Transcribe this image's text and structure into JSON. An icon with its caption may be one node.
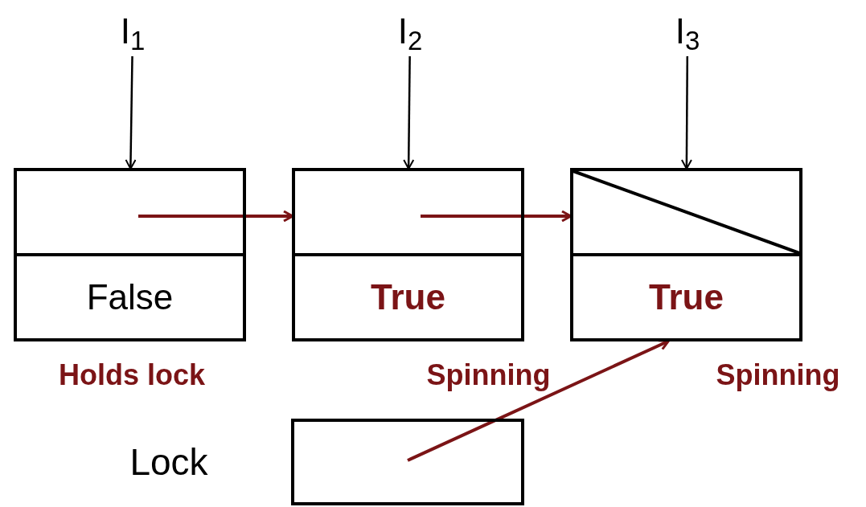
{
  "diagram": {
    "nodes": [
      {
        "text": [
          "I$_{1}$"
        ]
      },
      {
        "text": [
          "I$_{2}$"
        ]
      },
      {
        "text": [
          "I$_{3}$"
        ]
      },
      {
        "text": [],
        "shape": "box"
      },
      {
        "text": [
          "False"
        ],
        "beside": [
          "Holds lock"
        ]
      },
      {
        "text": [],
        "shape": "box"
      },
      {
        "text": [
          "True"
        ],
        "beside": [
          "Spinning"
        ]
      },
      {
        "text": [],
        "shape": "box"
      },
      {
        "text": [
          "True"
        ],
        "beside": [
          "Spinning"
        ]
      },
      {
        "text": [],
        "shape": "box",
        "beside": [
          "Lock"
        ]
      }
    ],
    "edges": [
      {
        "from": 0,
        "to": 3,
        "arrow": "to"
      },
      {
        "from": 1,
        "to": 5,
        "arrow": "to"
      },
      {
        "from": 2,
        "to": 7,
        "arrow": "to"
      },
      {
        "from": 3,
        "to": 5,
        "arrow": "to",
        "color": "#7b1416"
      },
      {
        "from": 5,
        "to": 7,
        "arrow": "to",
        "color": "#7b1416"
      },
      {
        "from": 9,
        "to": 8,
        "arrow": "to",
        "color": "#7b1416"
      }
    ]
  }
}
